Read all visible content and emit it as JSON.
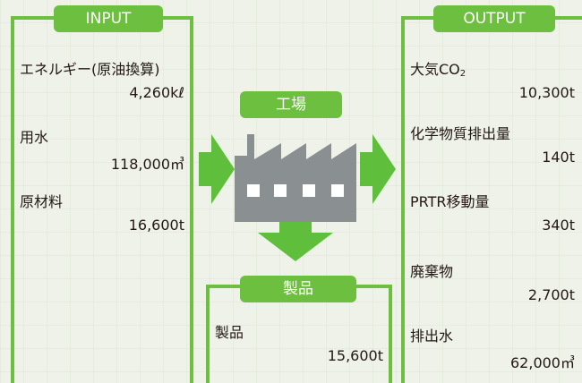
{
  "input": {
    "title": "INPUT",
    "items": [
      {
        "label": "エネルギー(原油換算)",
        "value": "4,260kℓ"
      },
      {
        "label": "用水",
        "value": "118,000㎥"
      },
      {
        "label": "原材料",
        "value": "16,600t"
      }
    ]
  },
  "factory": {
    "title": "工場"
  },
  "product": {
    "title": "製品",
    "items": [
      {
        "label": "製品",
        "value": "15,600t"
      }
    ]
  },
  "output": {
    "title": "OUTPUT",
    "items": [
      {
        "label": "大気CO",
        "sub": "2",
        "value": "10,300t"
      },
      {
        "label": "化学物質排出量",
        "value": "140t"
      },
      {
        "label": "PRTR移動量",
        "value": "340t"
      },
      {
        "label": "廃棄物",
        "value": "2,700t"
      },
      {
        "label": "排出水",
        "value": "62,000㎥"
      }
    ]
  },
  "colors": {
    "accent": "#6cbf3f",
    "factory": "#8a8f91",
    "arrow": "#5fbe3c"
  }
}
